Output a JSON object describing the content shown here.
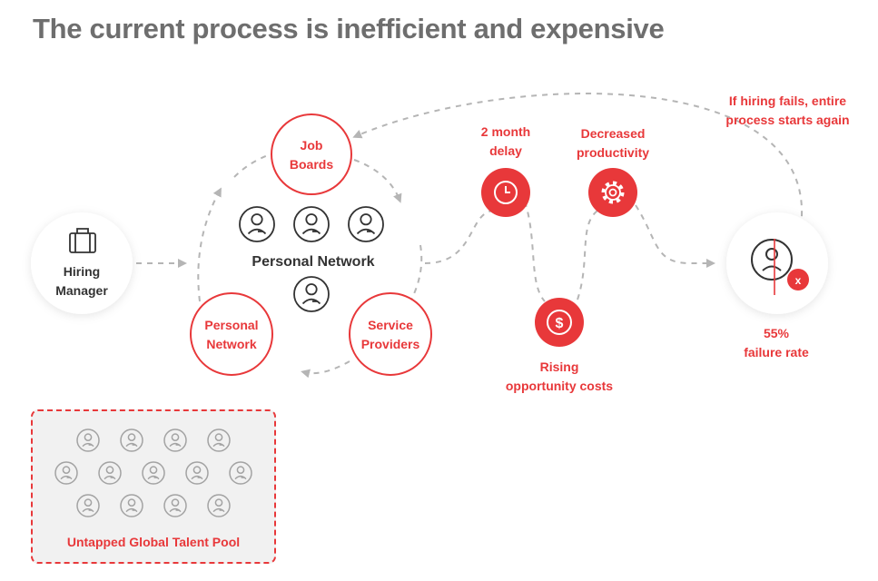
{
  "title": "The current process is inefficient and expensive",
  "nodes": {
    "hiring_manager": "Hiring\nManager",
    "job_boards": "Job\nBoards",
    "personal_network_center": "Personal Network",
    "personal_network_circle": "Personal\nNetwork",
    "service_providers": "Service\nProviders"
  },
  "issues": {
    "delay": "2 month\ndelay",
    "productivity": "Decreased\nproductivity",
    "costs": "Rising\nopportunity costs",
    "failure_rate": "55%\nfailure rate",
    "restart_note": "If hiring fails, entire\nprocess starts again"
  },
  "talent_pool": {
    "label": "Untapped Global Talent Pool",
    "rows": [
      4,
      5,
      4
    ]
  },
  "colors": {
    "accent": "#e8383a",
    "title": "#6e6e6e",
    "dark": "#333333",
    "dashed_line": "#b5b5b5",
    "pool_icon": "#a3a3a3"
  },
  "icons": {
    "hiring_manager": "briefcase-icon",
    "delay": "clock-icon",
    "productivity": "gear-icon",
    "costs": "dollar-icon",
    "failure": "person-x-icon",
    "network": "person-icon"
  }
}
